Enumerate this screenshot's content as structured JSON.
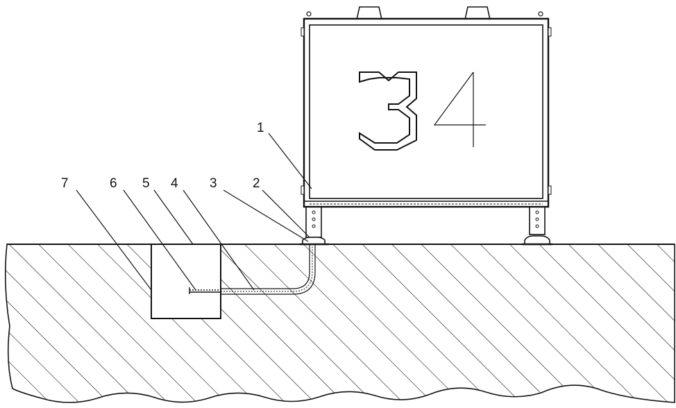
{
  "drawing": {
    "sign_digits": [
      "3",
      "4"
    ],
    "callouts": [
      {
        "id": "7",
        "label": "7"
      },
      {
        "id": "6",
        "label": "6"
      },
      {
        "id": "5",
        "label": "5"
      },
      {
        "id": "4",
        "label": "4"
      },
      {
        "id": "3",
        "label": "3"
      },
      {
        "id": "2",
        "label": "2"
      },
      {
        "id": "1",
        "label": "1"
      }
    ],
    "colors": {
      "line": "#111111",
      "background": "#ffffff"
    }
  }
}
